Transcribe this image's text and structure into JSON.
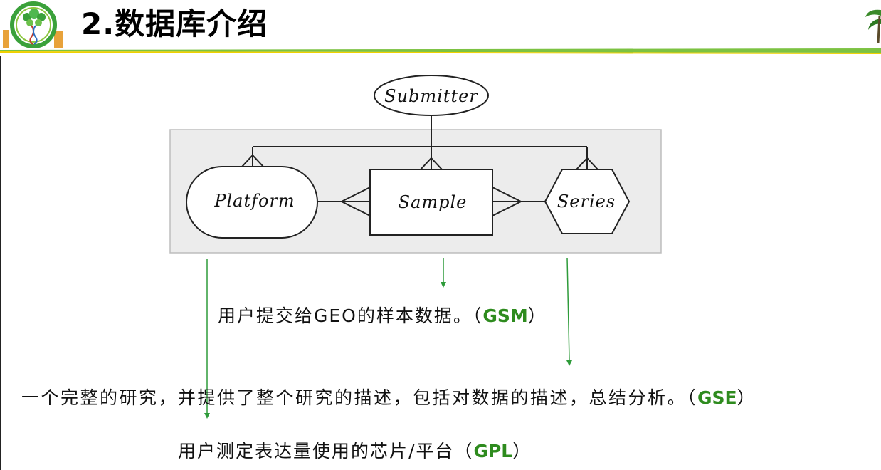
{
  "header": {
    "title": "2.数据库介绍",
    "logo_icon": "tree-dna-logo",
    "corner_icon": "palm-leaf-icon",
    "accent_color": "#7cc242"
  },
  "diagram": {
    "nodes": {
      "submitter": "Submitter",
      "platform": "Platform",
      "sample": "Sample",
      "series": "Series"
    }
  },
  "captions": {
    "gsm": {
      "text": "用户提交给GEO的样本数据。（",
      "code": "GSM",
      "close": "）"
    },
    "gse": {
      "text": "一个完整的研究，并提供了整个研究的描述，包括对数据的描述，总结分析。（",
      "code": "GSE",
      "close": "）"
    },
    "gpl": {
      "text": "用户测定表达量使用的芯片/平台（",
      "code": "GPL",
      "close": "）"
    }
  },
  "colors": {
    "arrow": "#2e9b3a",
    "code": "#2e8b1e",
    "box_bg": "#ececec"
  }
}
